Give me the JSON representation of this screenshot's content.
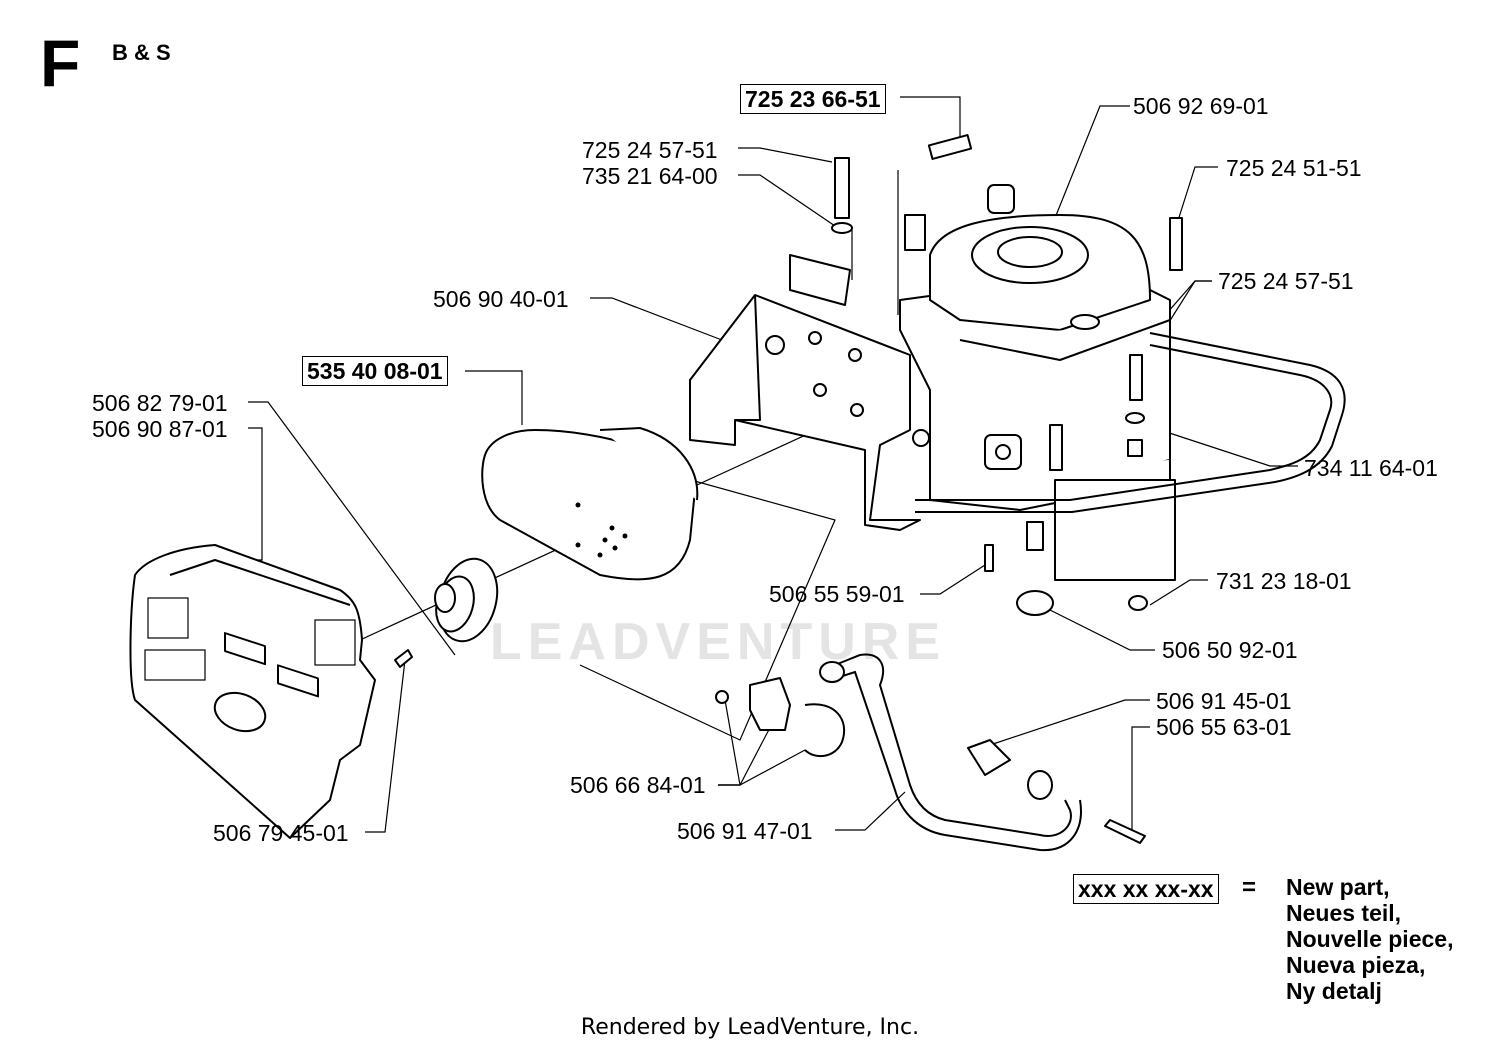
{
  "header": {
    "section": "F",
    "engine": "B & S"
  },
  "parts": {
    "p01": "725 23 66-51",
    "p02": "506 92 69-01",
    "p03": "725 24 57-51",
    "p04": "735 21 64-00",
    "p05": "725 24 51-51",
    "p06": "725 24 57-51",
    "p07": "506 90 40-01",
    "p08": "535 40 08-01",
    "p09": "506 82 79-01",
    "p10": "506 90 87-01",
    "p11": "734 11 64-01",
    "p12": "506 55 59-01",
    "p13": "731 23 18-01",
    "p14": "506 50 92-01",
    "p15": "506 91 45-01",
    "p16": "506 55 63-01",
    "p17": "506 66 84-01",
    "p18": "506 79 45-01",
    "p19": "506 91 47-01"
  },
  "legend": {
    "code": "xxx xx xx-xx",
    "equals": "=",
    "lines": [
      "New part,",
      "Neues teil,",
      "Nouvelle piece,",
      "Nueva pieza,",
      "Ny detalj"
    ]
  },
  "watermark": "LEADVENTURE",
  "footer": "Rendered by LeadVenture, Inc."
}
